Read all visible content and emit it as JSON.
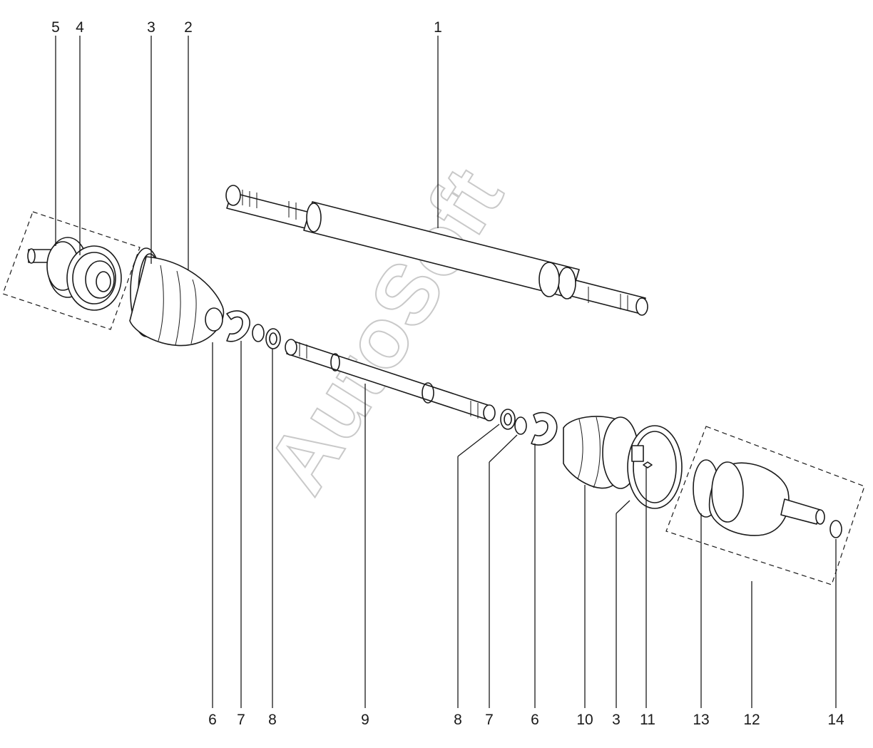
{
  "diagram": {
    "watermark": "AutoSoft",
    "callouts": [
      {
        "id": "c5-top",
        "label": "5"
      },
      {
        "id": "c4-top",
        "label": "4"
      },
      {
        "id": "c3-top",
        "label": "3"
      },
      {
        "id": "c2-top",
        "label": "2"
      },
      {
        "id": "c1-top",
        "label": "1"
      },
      {
        "id": "c6-bl",
        "label": "6"
      },
      {
        "id": "c7-bl",
        "label": "7"
      },
      {
        "id": "c8-bl",
        "label": "8"
      },
      {
        "id": "c9-b",
        "label": "9"
      },
      {
        "id": "c8-br",
        "label": "8"
      },
      {
        "id": "c7-br",
        "label": "7"
      },
      {
        "id": "c6-br",
        "label": "6"
      },
      {
        "id": "c10-b",
        "label": "10"
      },
      {
        "id": "c3-b",
        "label": "3"
      },
      {
        "id": "c11-b",
        "label": "11"
      },
      {
        "id": "c13-b",
        "label": "13"
      },
      {
        "id": "c12-b",
        "label": "12"
      },
      {
        "id": "c14-b",
        "label": "14"
      }
    ]
  }
}
